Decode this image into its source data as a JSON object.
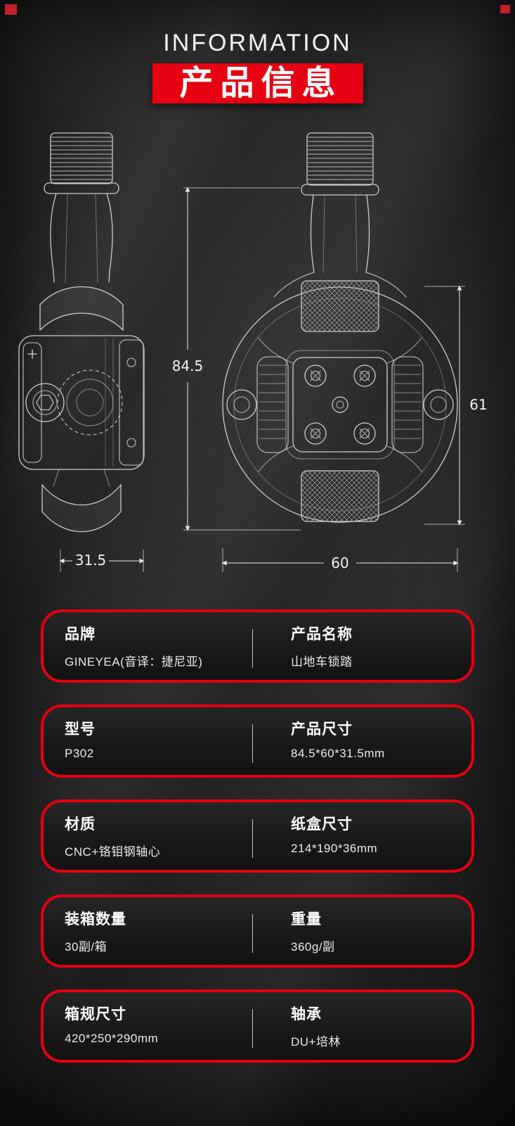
{
  "header": {
    "title_en": "INFORMATION",
    "title_zh": "产品信息"
  },
  "diagram": {
    "dim_total_height": "84.5",
    "dim_body_height": "61",
    "dim_body_width": "60",
    "dim_side_width": "31.5"
  },
  "specs": [
    {
      "left": {
        "label": "品牌",
        "value": "GINEYEA(音译：捷尼亚)"
      },
      "right": {
        "label": "产品名称",
        "value": "山地车锁踏"
      }
    },
    {
      "left": {
        "label": "型号",
        "value": "P302"
      },
      "right": {
        "label": "产品尺寸",
        "value": "84.5*60*31.5mm"
      }
    },
    {
      "left": {
        "label": "材质",
        "value": "CNC+铬钼钢轴心"
      },
      "right": {
        "label": "纸盒尺寸",
        "value": "214*190*36mm"
      }
    },
    {
      "left": {
        "label": "装箱数量",
        "value": "30副/箱"
      },
      "right": {
        "label": "重量",
        "value": "360g/副"
      }
    },
    {
      "left": {
        "label": "箱规尺寸",
        "value": "420*250*290mm"
      },
      "right": {
        "label": "轴承",
        "value": "DU+培林"
      }
    }
  ],
  "colors": {
    "accent_red": "#e60012",
    "background": "#1a1a1a",
    "drawing_line": "#c8ccd0",
    "dimension_line": "#e8e8e8"
  }
}
